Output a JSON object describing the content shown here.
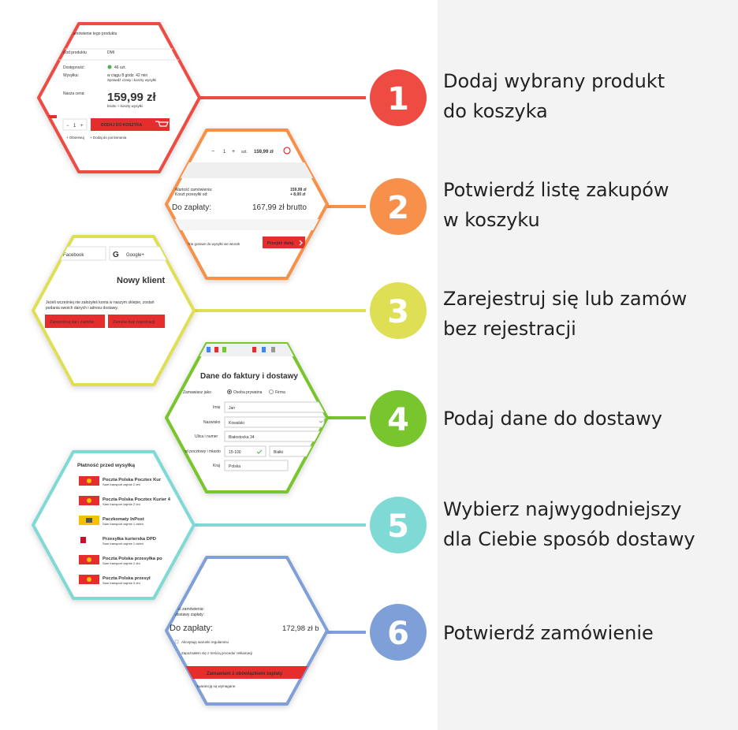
{
  "colors": {
    "step1": "#ee4b43",
    "step2": "#f7904a",
    "step3": "#dfdf55",
    "step4": "#79c52e",
    "step5": "#7fd9d5",
    "step6": "#7f9fd8",
    "accent_red": "#e62d2d"
  },
  "steps": [
    {
      "number": "1",
      "line1": "Dodaj wybrany produkt",
      "line2": "do koszyka"
    },
    {
      "number": "2",
      "line1": "Potwierdź listę zakupów",
      "line2": "w koszyku"
    },
    {
      "number": "3",
      "line1": "Zarejestruj się lub zamów",
      "line2": "bez rejestracji"
    },
    {
      "number": "4",
      "line1": "Podaj dane do dostawy",
      "line2": ""
    },
    {
      "number": "5",
      "line1": "Wybierz najwygodniejszy",
      "line2": "dla Ciebie sposób dostawy"
    },
    {
      "number": "6",
      "line1": "Potwierdź zamówienie",
      "line2": ""
    }
  ],
  "screens": {
    "s1": {
      "top_text_1": "zamówienie tego produktu",
      "top_text_2": "...",
      "row1_label": "Kod produktu",
      "row1_value": "DMI",
      "row2_label": "Dostępność:",
      "row2_value": "46 szt.",
      "row3_label": "Wysyłka:",
      "row3_value": "w ciągu 8 godz. 42 min",
      "row3_note": "Sprawdź czasy i koszty wysyłki",
      "price_label": "Nasza cena:",
      "price": "159,99 zł",
      "price_note": "brutto + koszty wysyłki",
      "qty_minus": "−",
      "qty_value": "1",
      "qty_plus": "+",
      "add_button": "DODAJ DO KOSZYKA",
      "link1": "+ Obserwuj",
      "link2": "+ Dodaj do porównania"
    },
    "s2": {
      "qty_minus": "−",
      "qty_value": "1",
      "qty_plus": "+",
      "unit": "szt.",
      "line_price": "159,99 zł",
      "sum_label_1": "Wartość zamówienia:",
      "sum_value_1": "159,99 zł",
      "sum_label_2": "Koszt przesyłki od:",
      "sum_value_2": "+ 8,00 zł",
      "total_label": "Do zapłaty:",
      "total_value": "167,99 zł brutto",
      "ship_note": "będzie gotowe do wysyłki we wtorek",
      "next_button": "Przejdź dalej"
    },
    "s3": {
      "fb": "Facebook",
      "google": "Google+",
      "title": "Nowy klient",
      "desc_1": "Jeżeli wcześniej nie założyłeś konta w naszym sklepie, zostań",
      "desc_2": "podania swoich danych i adresu dostawy.",
      "btn_register": "Zarejestruj się i zamów",
      "btn_guest": "Zamów bez rejestracji"
    },
    "s4": {
      "title": "Dane do faktury i dostawy",
      "lbl_as": "Zamawiasz jako",
      "opt_private": "Osoba prywatna",
      "opt_company": "Firma",
      "lbl_name": "Imię",
      "val_name": "Jan",
      "lbl_surname": "Nazwisko",
      "val_surname": "Kowalski",
      "lbl_street": "Ulica i numer",
      "val_street": "Białostocka 34",
      "lbl_city": "Kod pocztowy i miasto",
      "val_zip": "15-100",
      "val_city": "Białki",
      "lbl_country": "Kraj",
      "val_country": "Polska"
    },
    "s5": {
      "title": "Płatność przed wysyłką",
      "options": [
        {
          "name": "Poczta Polska Pocztex Kur",
          "sub": "Sam transport zajmie 2 dni",
          "logo": "pp"
        },
        {
          "name": "Poczta Polska Pocztex Kurier 4",
          "sub": "Sam transport zajmie 2 dni",
          "logo": "pp"
        },
        {
          "name": "Paczkomaty InPost",
          "sub": "Sam transport zajmie 1 dzień",
          "logo": "inpost"
        },
        {
          "name": "Przesyłka kurierska DPD",
          "sub": "Sam transport zajmie 1 dzień",
          "logo": "dpd"
        },
        {
          "name": "Poczta Polska przesyłka po",
          "sub": "Sam transport zajmie 2 dni",
          "logo": "pp"
        },
        {
          "name": "Poczta Polska przesył",
          "sub": "Sam transport zajmie 3 dni",
          "logo": "pp"
        }
      ]
    },
    "s6": {
      "line_1": "ość zamówienia:",
      "line_2": "dostawy zapłaty:",
      "total_label": "Do zapłaty:",
      "total_value": "172,98 zł b",
      "check_1": "Akceptuję warunki regulaminu",
      "check_2": "Zapoznałem się z treścią procedur reklamacji",
      "order_button": "Zamawiam z obowiązkiem zapłaty",
      "note": "ane gwarancją są wymagane."
    }
  }
}
